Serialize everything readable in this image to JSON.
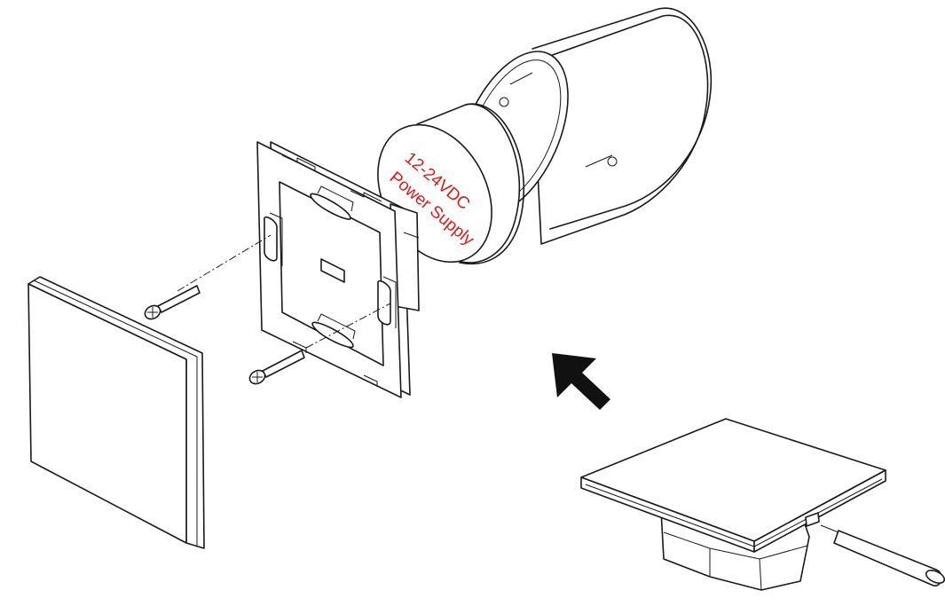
{
  "diagram": {
    "power_supply_label_line1": "12-24VDC",
    "power_supply_label_line2": "Power Supply",
    "label_color": "#e01818",
    "line_color": "#1a1a1a",
    "components": [
      "front-panel",
      "mounting-screws",
      "mounting-frame",
      "power-supply-module",
      "wall-back-box",
      "assembled-switch",
      "screwdriver",
      "insertion-arrow"
    ],
    "icons": [
      "arrow-up-left-icon",
      "screwdriver-icon",
      "screw-icon"
    ]
  }
}
